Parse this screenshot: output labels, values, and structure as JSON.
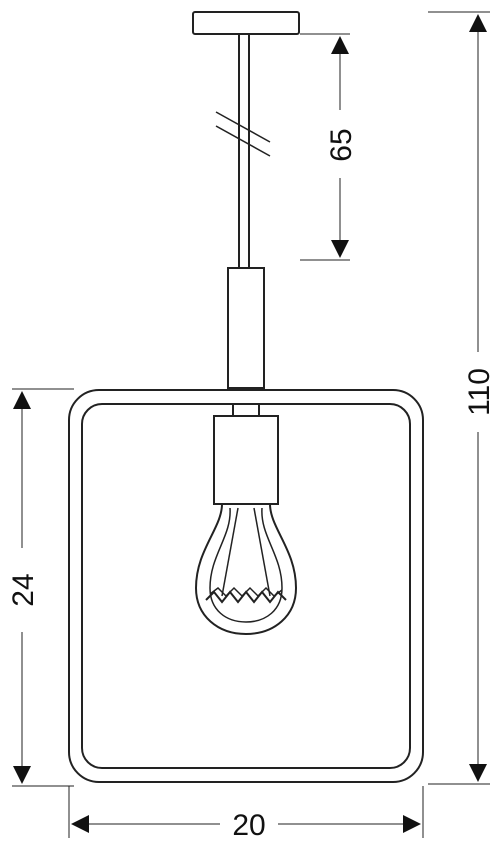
{
  "dimensions": {
    "cable_length": "65",
    "total_height": "110",
    "shade_height": "24",
    "shade_width": "20"
  },
  "colors": {
    "stroke": "#222222",
    "background": "#ffffff"
  }
}
